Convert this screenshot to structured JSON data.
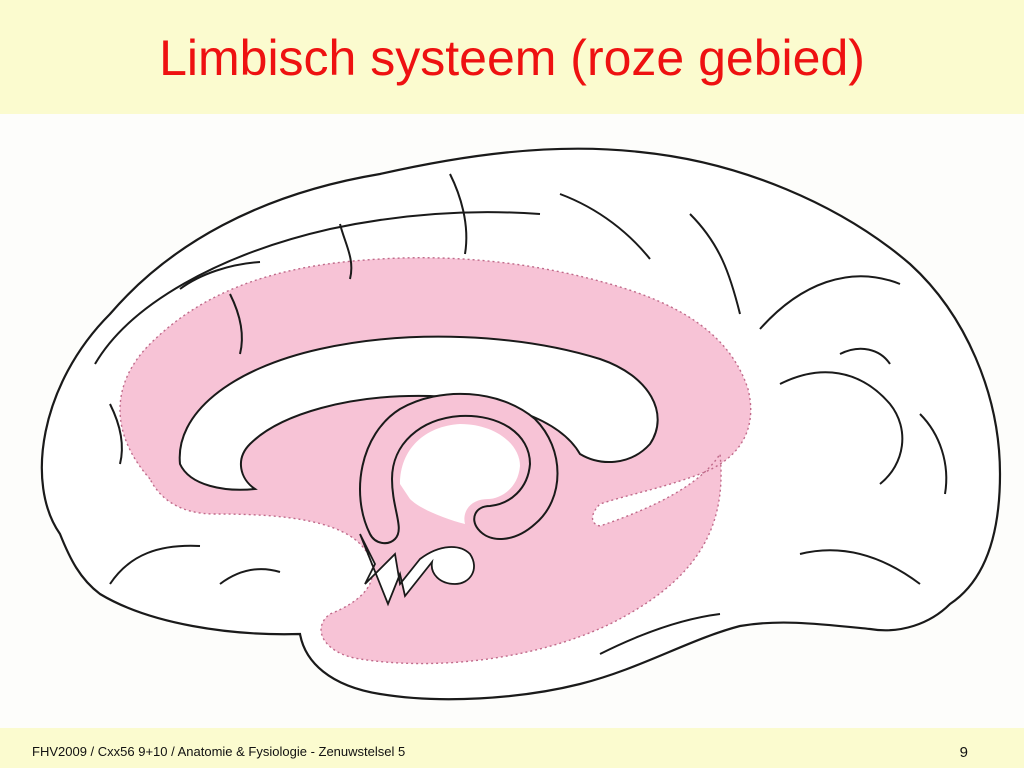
{
  "slide": {
    "title": "Limbisch systeem (roze gebied)",
    "footer": "FHV2009 / Cxx56 9+10 / Anatomie & Fysiologie - Zenuwstelsel 5",
    "page_number": "9"
  },
  "colors": {
    "background": "#fbfbcf",
    "title": "#ee1111",
    "limbic_fill": "#f7c3d6",
    "outline": "#1a1a1a",
    "figure_background": "#fdfdfb"
  },
  "figure": {
    "subject": "brain-medial-view",
    "highlight": "limbic-system"
  }
}
